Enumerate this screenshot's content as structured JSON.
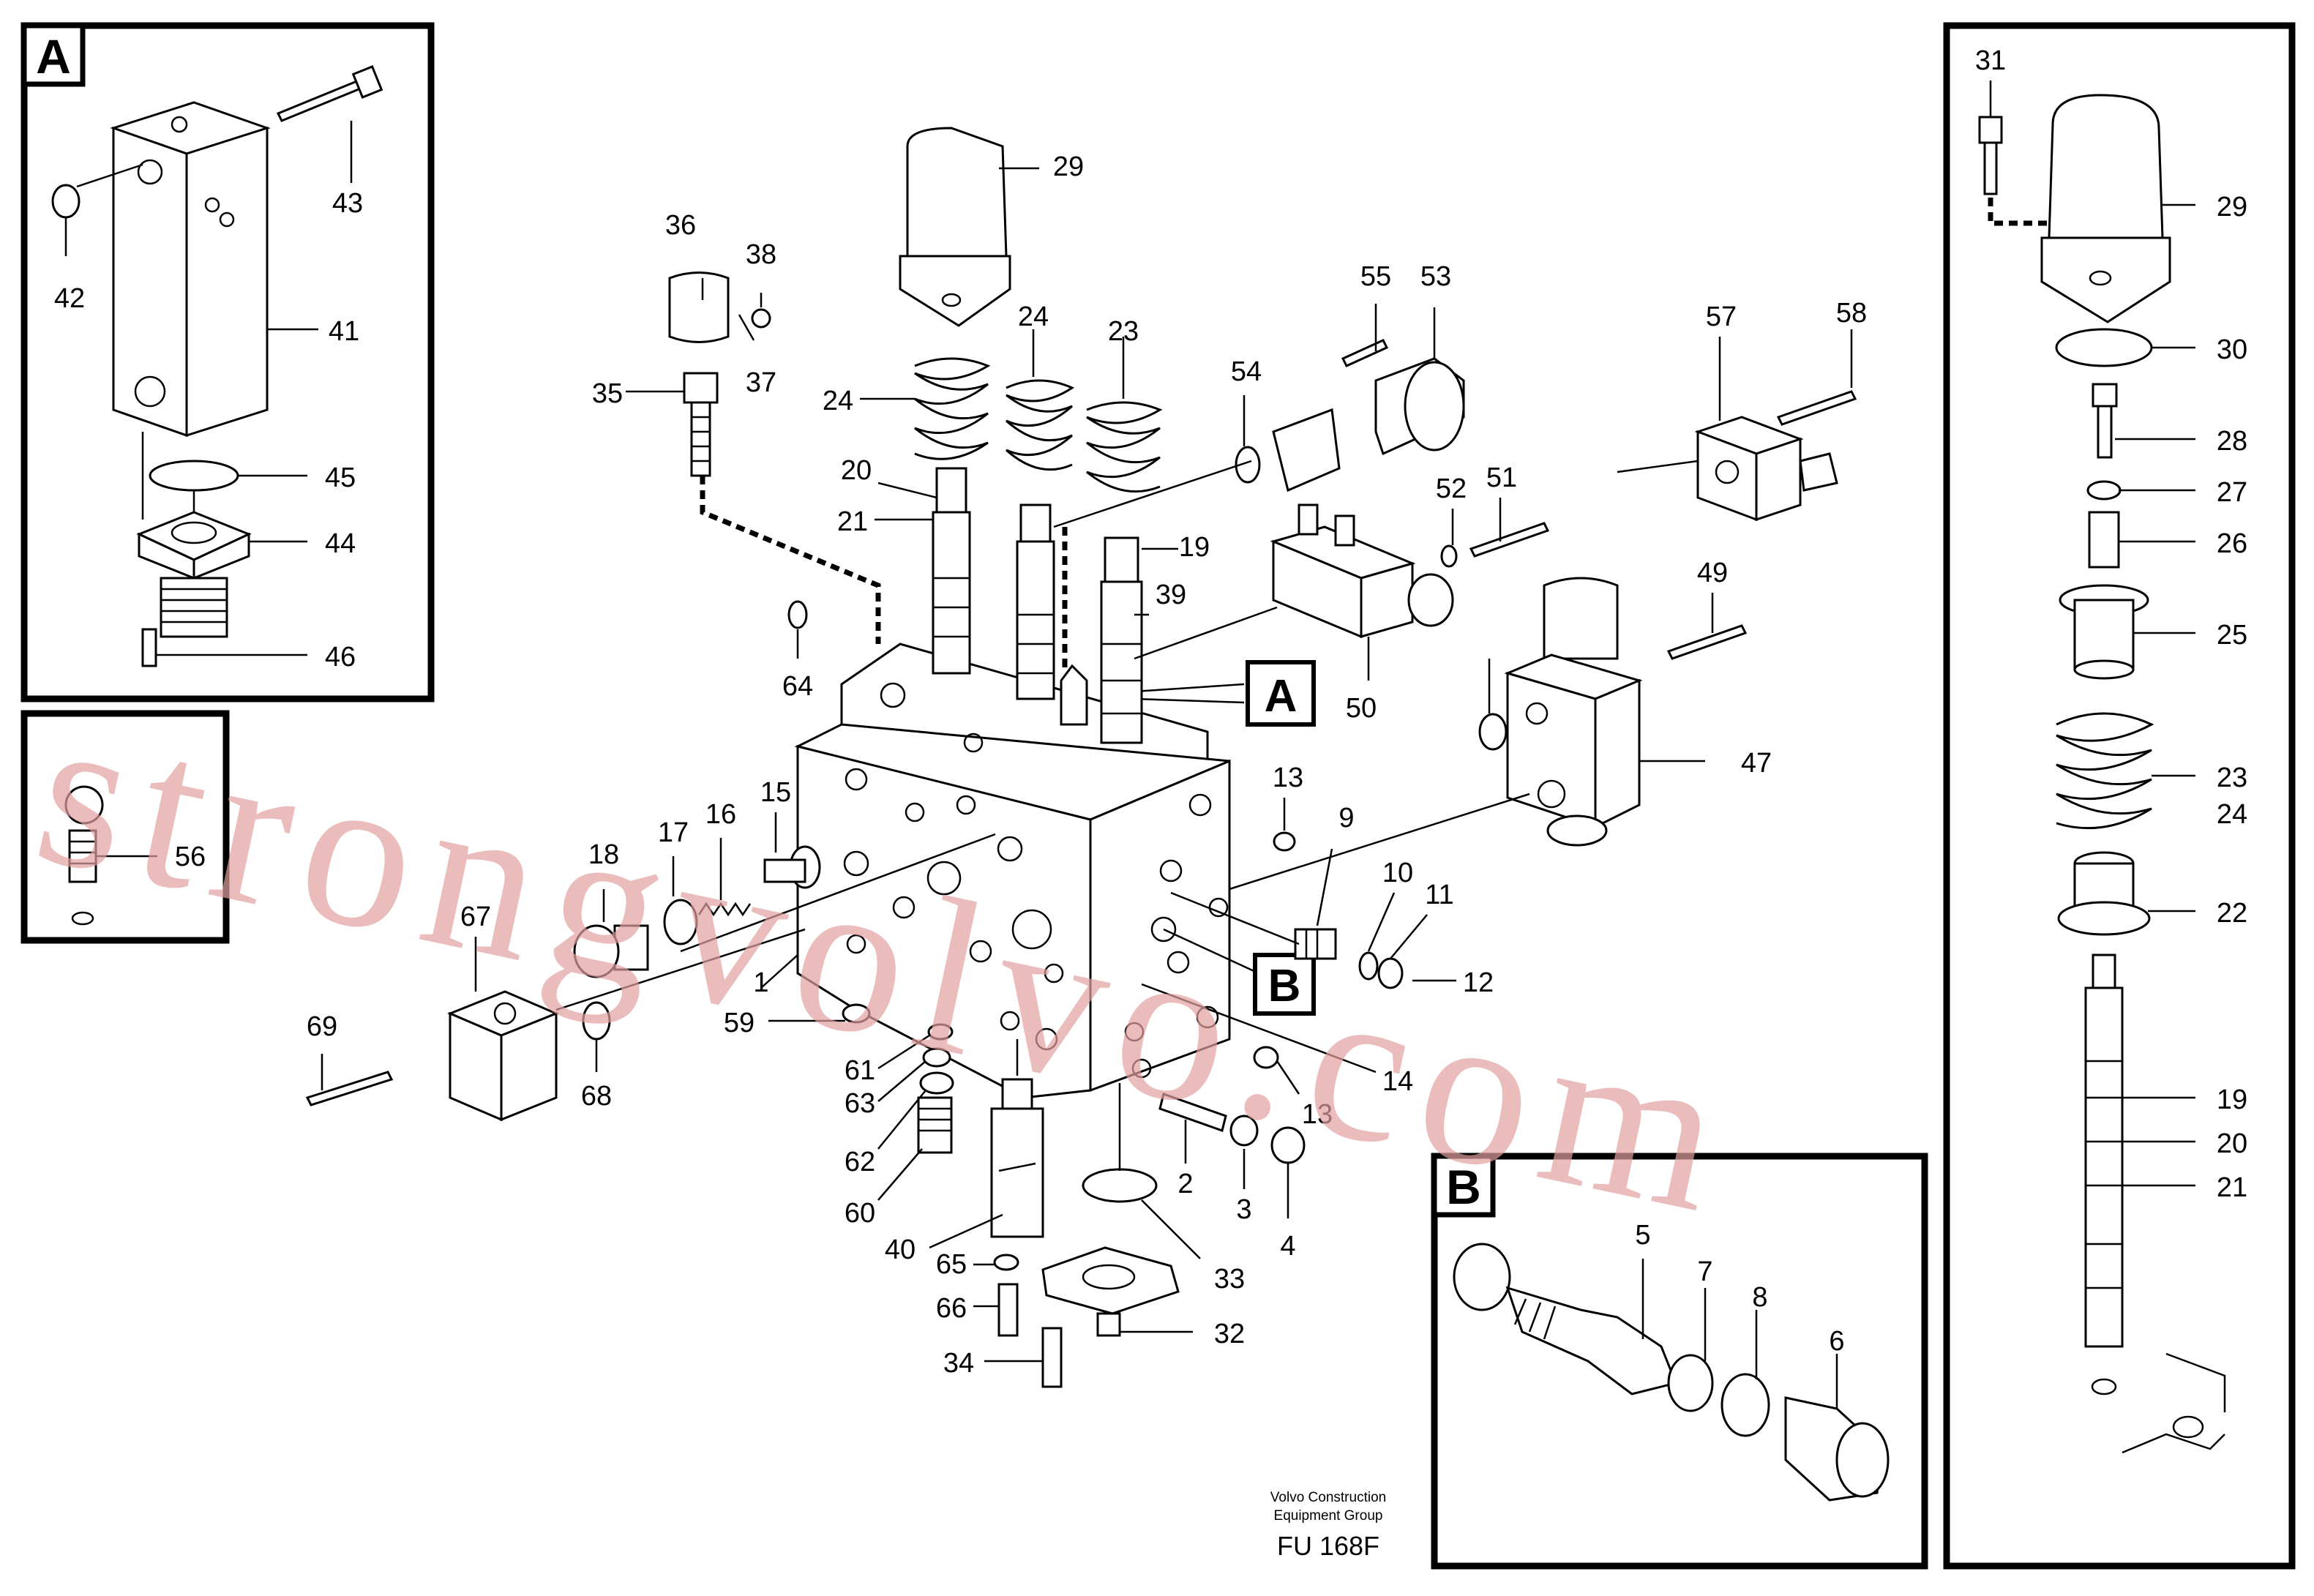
{
  "watermark": "strongvolvo.com",
  "footer": {
    "company_line1": "Volvo Construction",
    "company_line2": "Equipment Group",
    "figure_code": "FU 168F"
  },
  "insets": {
    "a": "A",
    "b": "B",
    "main_a": "A",
    "main_b": "B"
  },
  "labels": {
    "n1": "1",
    "n2": "2",
    "n3": "3",
    "n4": "4",
    "n5": "5",
    "n6": "6",
    "n7": "7",
    "n8": "8",
    "n9": "9",
    "n10": "10",
    "n11": "11",
    "n12": "12",
    "n13a": "13",
    "n13b": "13",
    "n14": "14",
    "n15": "15",
    "n16": "16",
    "n17": "17",
    "n18": "18",
    "n19a": "19",
    "n19b": "19",
    "n20a": "20",
    "n20b": "20",
    "n21a": "21",
    "n21b": "21",
    "n22": "22",
    "n23a": "23",
    "n23b": "23",
    "n24a": "24",
    "n24b": "24",
    "n24c": "24",
    "n25": "25",
    "n26": "26",
    "n27": "27",
    "n28": "28",
    "n29a": "29",
    "n29b": "29",
    "n30": "30",
    "n31": "31",
    "n32": "32",
    "n33": "33",
    "n34": "34",
    "n35": "35",
    "n36": "36",
    "n37": "37",
    "n38": "38",
    "n39": "39",
    "n40": "40",
    "n41": "41",
    "n42": "42",
    "n43": "43",
    "n44": "44",
    "n45": "45",
    "n46": "46",
    "n47": "47",
    "n49": "49",
    "n50": "50",
    "n51": "51",
    "n52": "52",
    "n53": "53",
    "n54": "54",
    "n55": "55",
    "n56": "56",
    "n57": "57",
    "n58": "58",
    "n59": "59",
    "n60": "60",
    "n61": "61",
    "n62": "62",
    "n63": "63",
    "n64": "64",
    "n65": "65",
    "n66": "66",
    "n67": "67",
    "n68": "68",
    "n69": "69"
  }
}
